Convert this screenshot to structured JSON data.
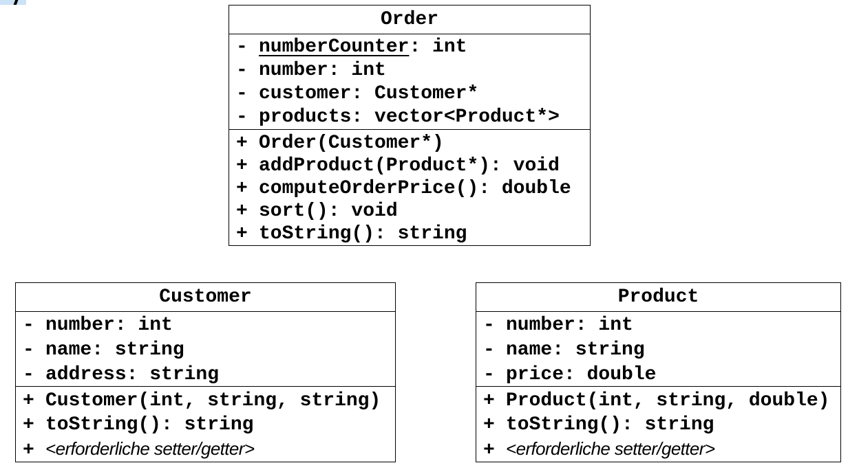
{
  "colors": {
    "background": "#ffffff",
    "box_border": "#000000",
    "text": "#000000",
    "selection_highlight": "#cbe2f7"
  },
  "selection_fragment": {
    "description": "partially cut-off selected text glyph at top-left corner"
  },
  "classes": {
    "order": {
      "title": "Order",
      "attributes": [
        {
          "marker": "-",
          "underlined": "numberCounter",
          "text": ": int"
        },
        {
          "marker": "-",
          "underlined": "",
          "text": "number: int"
        },
        {
          "marker": "-",
          "underlined": "",
          "text": "customer: Customer*"
        },
        {
          "marker": "-",
          "underlined": "",
          "text": "products: vector<Product*>"
        }
      ],
      "methods": [
        {
          "marker": "+",
          "text": "Order(Customer*)"
        },
        {
          "marker": "+",
          "text": "addProduct(Product*): void"
        },
        {
          "marker": "+",
          "text": "computeOrderPrice(): double"
        },
        {
          "marker": "+",
          "text": "sort(): void"
        },
        {
          "marker": "+",
          "text": "toString(): string"
        }
      ]
    },
    "customer": {
      "title": "Customer",
      "attributes": [
        {
          "marker": "-",
          "underlined": "",
          "text": "number: int"
        },
        {
          "marker": "-",
          "underlined": "",
          "text": "name: string"
        },
        {
          "marker": "-",
          "underlined": "",
          "text": "address: string"
        }
      ],
      "methods": [
        {
          "marker": "+",
          "text": "Customer(int, string, string)",
          "italic": false
        },
        {
          "marker": "+",
          "text": "toString(): string",
          "italic": false
        },
        {
          "marker": "+",
          "text": "<erforderliche setter/getter>",
          "italic": true
        }
      ]
    },
    "product": {
      "title": "Product",
      "attributes": [
        {
          "marker": "-",
          "underlined": "",
          "text": "number: int"
        },
        {
          "marker": "-",
          "underlined": "",
          "text": "name: string"
        },
        {
          "marker": "-",
          "underlined": "",
          "text": "price: double"
        }
      ],
      "methods": [
        {
          "marker": "+",
          "text": "Product(int, string, double)",
          "italic": false
        },
        {
          "marker": "+",
          "text": "toString(): string",
          "italic": false
        },
        {
          "marker": "+",
          "text": "<erforderliche setter/getter>",
          "italic": true
        }
      ]
    }
  }
}
